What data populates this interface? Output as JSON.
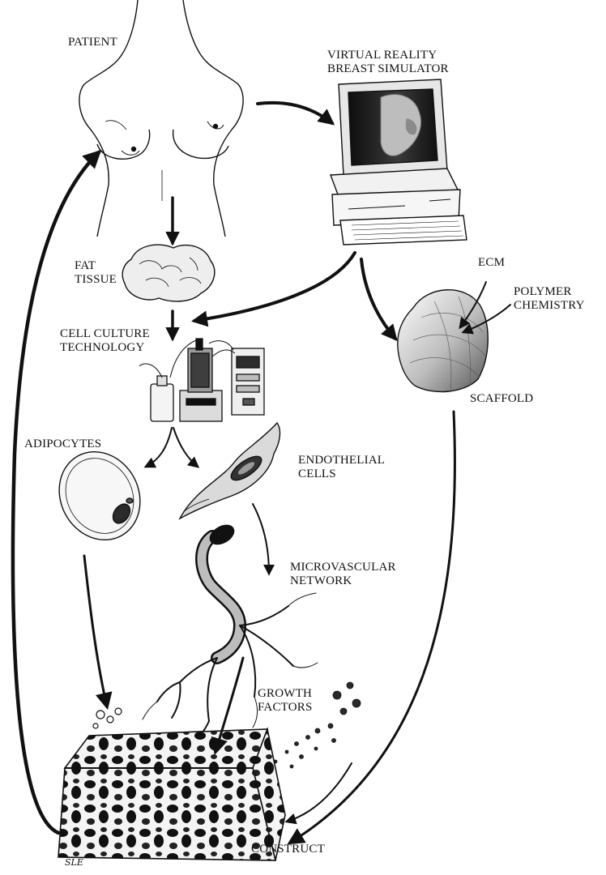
{
  "diagram": {
    "nodes": {
      "patient": {
        "label": "PATIENT"
      },
      "simulator": {
        "line1": "VIRTUAL REALITY",
        "line2": "BREAST SIMULATOR"
      },
      "fat_tissue": {
        "line1": "FAT",
        "line2": "TISSUE"
      },
      "cell_culture": {
        "line1": "CELL CULTURE",
        "line2": "TECHNOLOGY"
      },
      "ecm": {
        "label": "ECM"
      },
      "polymer": {
        "line1": "POLYMER",
        "line2": "CHEMISTRY"
      },
      "scaffold": {
        "label": "SCAFFOLD"
      },
      "adipocytes": {
        "label": "ADIPOCYTES"
      },
      "endothelial": {
        "line1": "ENDOTHELIAL",
        "line2": "CELLS"
      },
      "microvascular": {
        "line1": "MICROVASCULAR",
        "line2": "NETWORK"
      },
      "growth_factors": {
        "line1": "GROWTH",
        "line2": "FACTORS"
      },
      "construct": {
        "label": "CONSTRUCT"
      }
    },
    "edges": [
      {
        "from": "patient",
        "to": "simulator"
      },
      {
        "from": "patient",
        "to": "fat_tissue"
      },
      {
        "from": "fat_tissue",
        "to": "cell_culture"
      },
      {
        "from": "simulator",
        "to": "cell_culture"
      },
      {
        "from": "simulator",
        "to": "scaffold"
      },
      {
        "from": "ecm",
        "to": "scaffold"
      },
      {
        "from": "polymer",
        "to": "scaffold"
      },
      {
        "from": "cell_culture",
        "to": "adipocytes"
      },
      {
        "from": "cell_culture",
        "to": "endothelial"
      },
      {
        "from": "endothelial",
        "to": "microvascular"
      },
      {
        "from": "adipocytes",
        "to": "construct"
      },
      {
        "from": "microvascular",
        "to": "construct"
      },
      {
        "from": "growth_factors",
        "to": "construct"
      },
      {
        "from": "scaffold",
        "to": "construct"
      },
      {
        "from": "construct",
        "to": "patient"
      }
    ],
    "signature": "SLE"
  }
}
